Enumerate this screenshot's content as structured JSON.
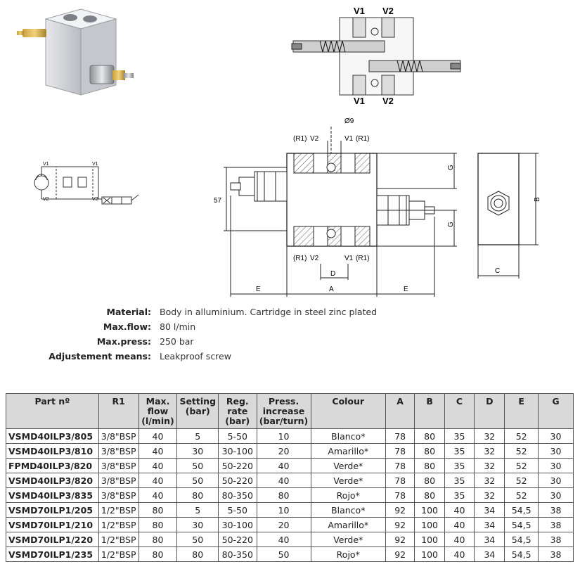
{
  "drawing_labels": {
    "v1": "V1",
    "v2": "V2",
    "r1": "(R1)",
    "d9": "Ø9",
    "dim_57": "57",
    "e": "E",
    "a": "A",
    "b": "B",
    "c": "C",
    "d": "D",
    "g": "G"
  },
  "specs": [
    {
      "label": "Material:",
      "value": "Body in alluminium. Cartridge in steel zinc plated"
    },
    {
      "label": "Max.flow:",
      "value": "80 l/min"
    },
    {
      "label": "Max.press:",
      "value": "250 bar"
    },
    {
      "label": "Adjustement means:",
      "value": "Leakproof screw"
    }
  ],
  "table": {
    "headers": [
      "Part nº",
      "R1",
      "Max. flow (l/min)",
      "Setting (bar)",
      "Reg. rate (bar)",
      "Press. increase (bar/turn)",
      "Colour",
      "A",
      "B",
      "C",
      "D",
      "E",
      "G"
    ],
    "rows": [
      [
        "VSMD40ILP3/805",
        "3/8\"BSP",
        "40",
        "5",
        "5-50",
        "10",
        "Blanco*",
        "78",
        "80",
        "35",
        "32",
        "52",
        "30"
      ],
      [
        "VSMD40ILP3/810",
        "3/8\"BSP",
        "40",
        "30",
        "30-100",
        "20",
        "Amarillo*",
        "78",
        "80",
        "35",
        "32",
        "52",
        "30"
      ],
      [
        "FPMD40ILP3/820",
        "3/8\"BSP",
        "40",
        "50",
        "50-220",
        "40",
        "Verde*",
        "78",
        "80",
        "35",
        "32",
        "52",
        "30"
      ],
      [
        "VSMD40ILP3/820",
        "3/8\"BSP",
        "40",
        "50",
        "50-220",
        "40",
        "Verde*",
        "78",
        "80",
        "35",
        "32",
        "52",
        "30"
      ],
      [
        "VSMD40ILP3/835",
        "3/8\"BSP",
        "40",
        "80",
        "80-350",
        "80",
        "Rojo*",
        "78",
        "80",
        "35",
        "32",
        "52",
        "30"
      ],
      [
        "VSMD70ILP1/205",
        "1/2\"BSP",
        "80",
        "5",
        "5-50",
        "10",
        "Blanco*",
        "92",
        "100",
        "40",
        "34",
        "54,5",
        "38"
      ],
      [
        "VSMD70ILP1/210",
        "1/2\"BSP",
        "80",
        "30",
        "30-100",
        "20",
        "Amarillo*",
        "92",
        "100",
        "40",
        "34",
        "54,5",
        "38"
      ],
      [
        "VSMD70ILP1/220",
        "1/2\"BSP",
        "80",
        "50",
        "50-220",
        "40",
        "Verde*",
        "92",
        "100",
        "40",
        "34",
        "54,5",
        "38"
      ],
      [
        "VSMD70ILP1/235",
        "1/2\"BSP",
        "80",
        "80",
        "80-350",
        "50",
        "Rojo*",
        "92",
        "100",
        "40",
        "34",
        "54,5",
        "38"
      ]
    ]
  }
}
